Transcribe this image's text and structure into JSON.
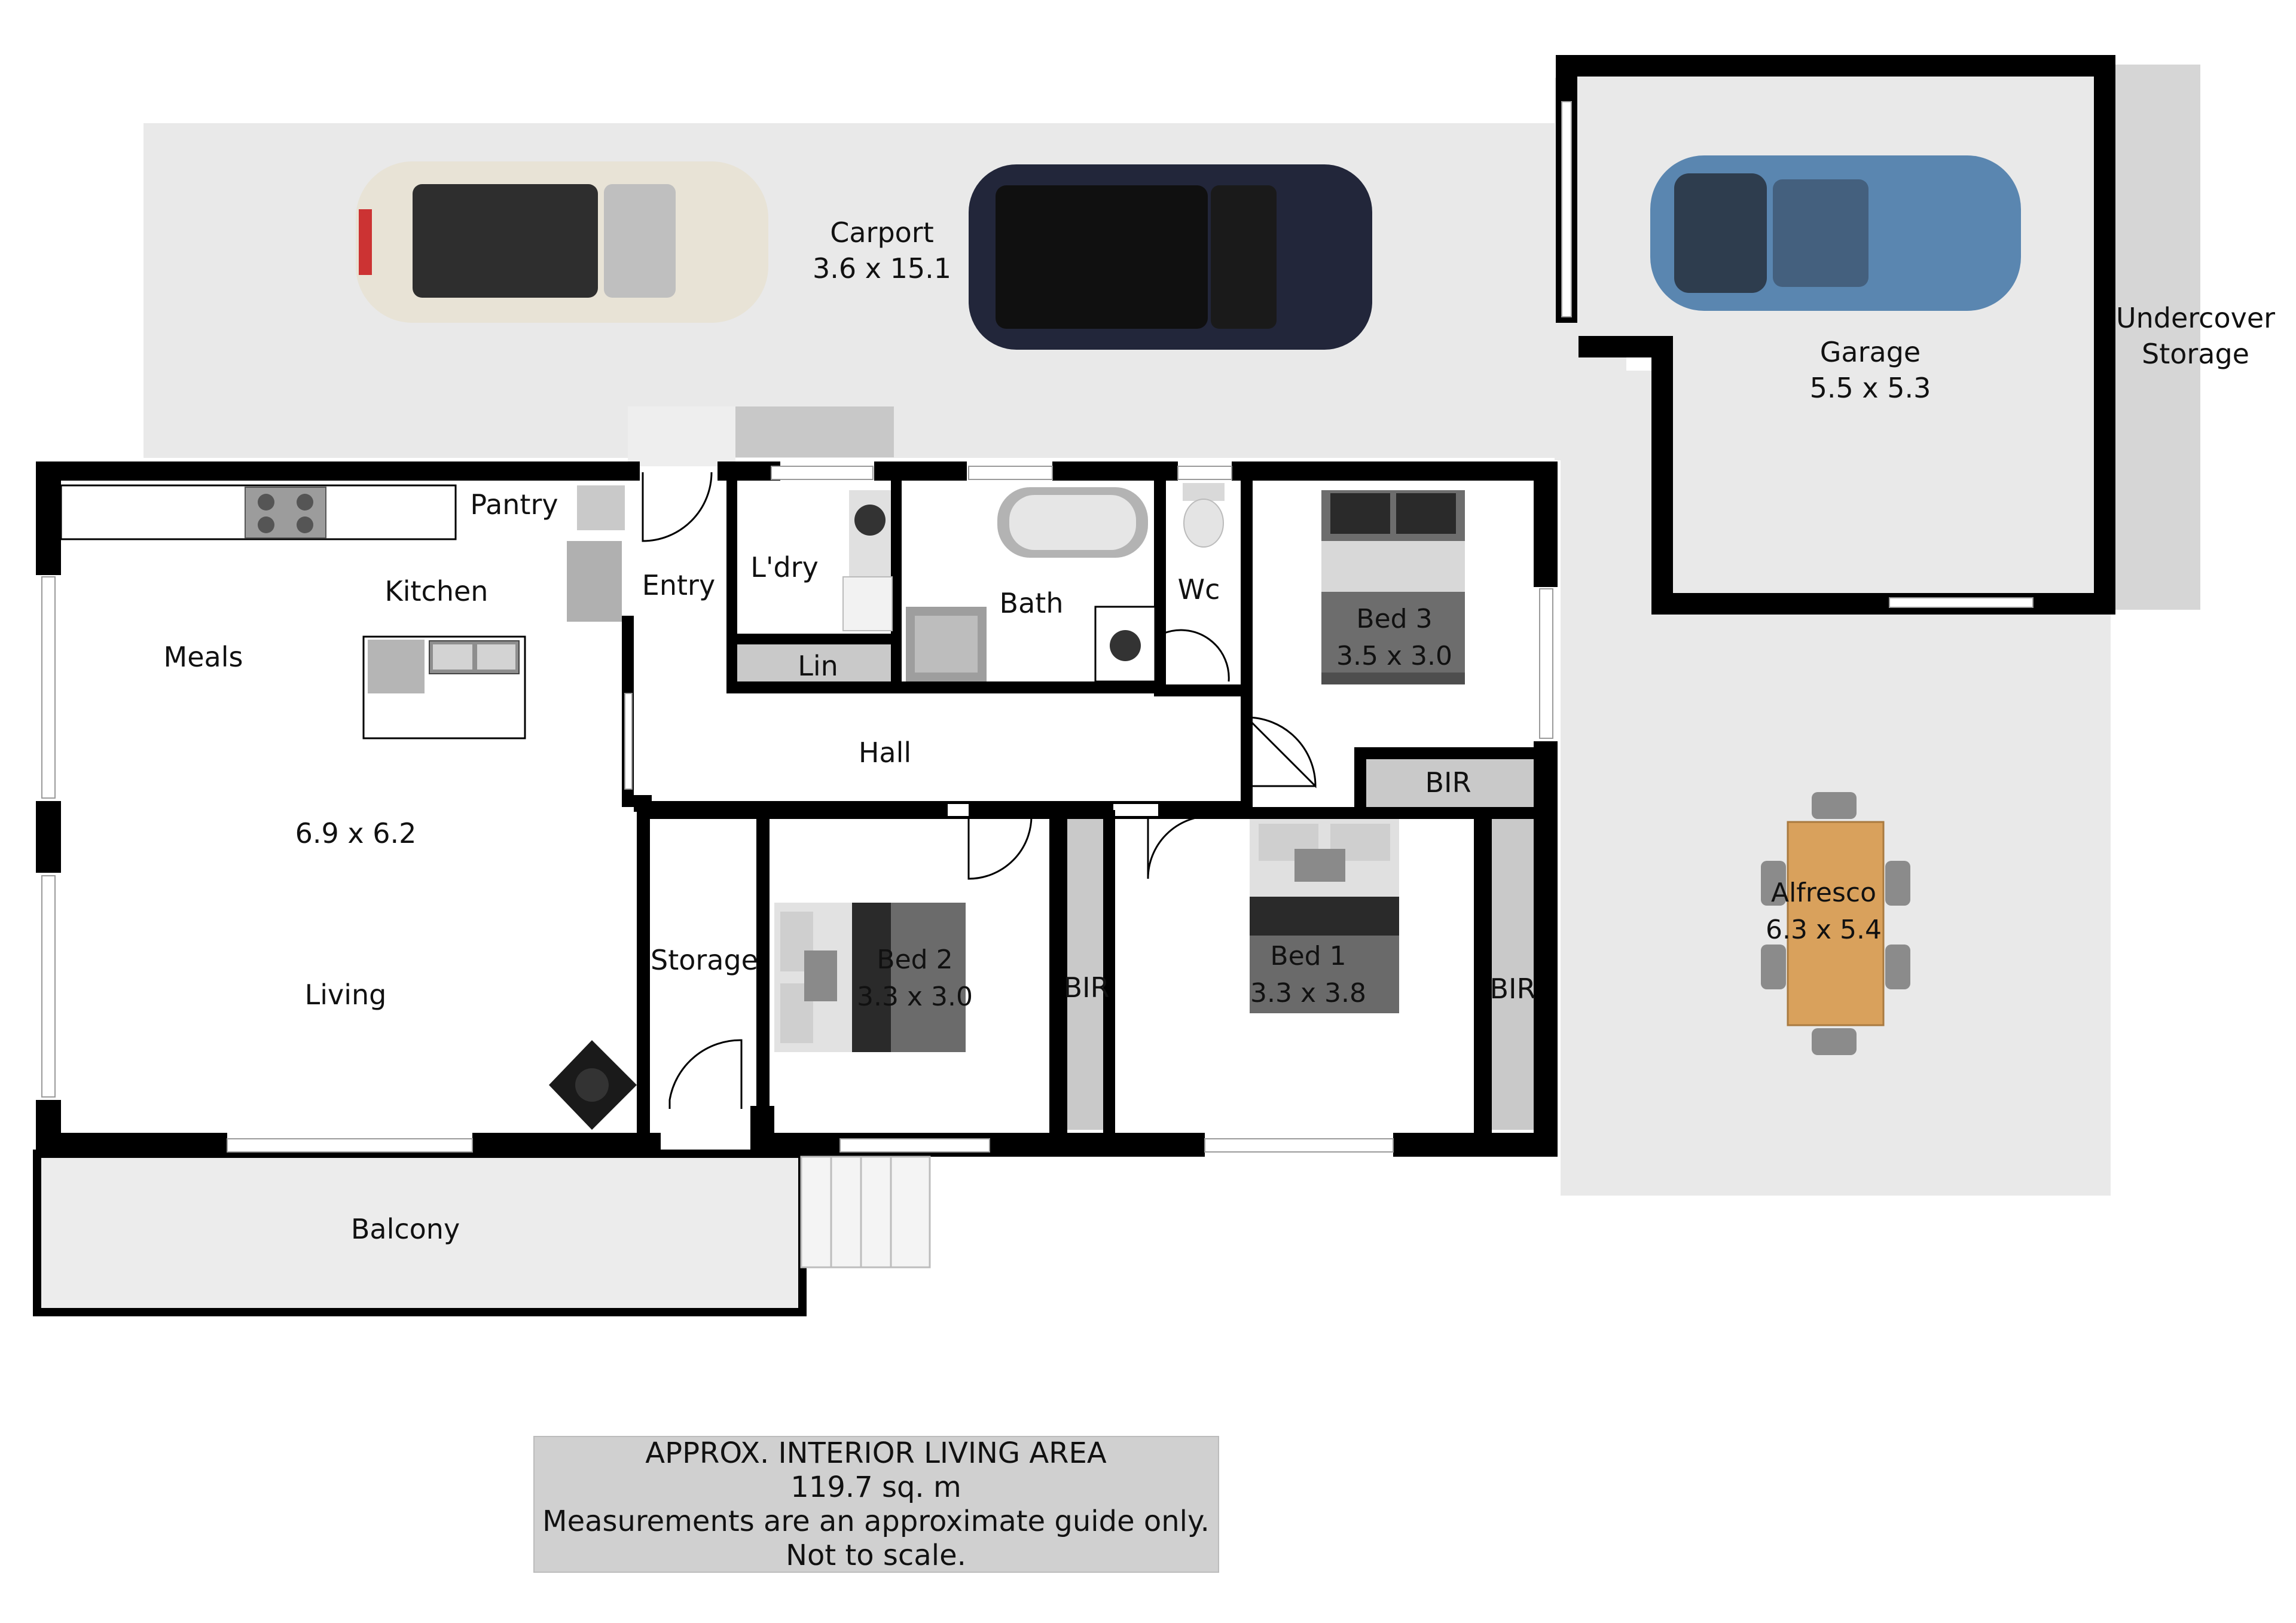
{
  "rooms": {
    "carport": {
      "name": "Carport",
      "size": "3.6 x 15.1"
    },
    "garage": {
      "name": "Garage",
      "size": "5.5 x 5.3"
    },
    "undercover_storage": {
      "line1": "Undercover",
      "line2": "Storage"
    },
    "pantry": {
      "name": "Pantry"
    },
    "kitchen": {
      "name": "Kitchen"
    },
    "meals": {
      "name": "Meals"
    },
    "living": {
      "name": "Living",
      "size": "6.9 x 6.2"
    },
    "entry": {
      "name": "Entry"
    },
    "laundry": {
      "name": "L'dry"
    },
    "linen": {
      "name": "Lin"
    },
    "bath": {
      "name": "Bath"
    },
    "wc": {
      "name": "Wc"
    },
    "bed3": {
      "name": "Bed 3",
      "size": "3.5 x 3.0"
    },
    "bir_bed3": {
      "name": "BIR"
    },
    "hall": {
      "name": "Hall"
    },
    "storage": {
      "name": "Storage"
    },
    "bed2": {
      "name": "Bed 2",
      "size": "3.3 x 3.0"
    },
    "bir_bed2": {
      "name": "BIR"
    },
    "bed1": {
      "name": "Bed 1",
      "size": "3.3 x 3.8"
    },
    "bir_bed1": {
      "name": "BIR"
    },
    "alfresco": {
      "name": "Alfresco",
      "size": "6.3 x 5.4"
    },
    "balcony": {
      "name": "Balcony"
    }
  },
  "info_box": {
    "line1": "APPROX. INTERIOR LIVING AREA",
    "line2": "119.7 sq. m",
    "line3": "Measurements are an approximate guide only.",
    "line4": "Not to scale."
  },
  "colors": {
    "wall": "#000000",
    "outdoor_area": "#e9e9e9",
    "floor": "#ffffff",
    "robe": "#c9c9c9",
    "info_box": "#d0d0d0",
    "timber_table": "#d9a15c",
    "car_white": "#e8e3d6",
    "car_navy": "#22263a",
    "car_blue": "#5a86b0"
  }
}
